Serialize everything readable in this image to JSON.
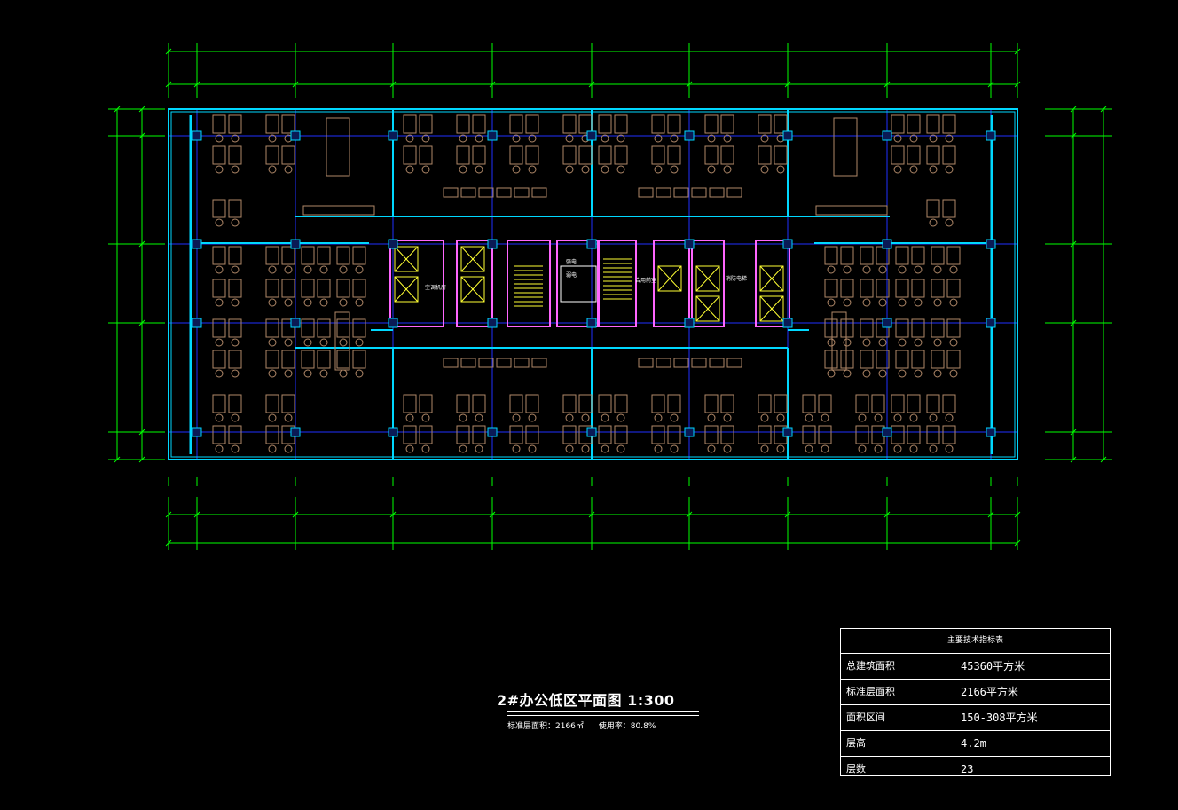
{
  "drawing": {
    "title": "2#办公低区平面图  1:300",
    "subtitle_area": "标准层面积：2166㎡",
    "subtitle_usage": "使用率：80.8%",
    "room_labels": [
      "空调机房",
      "强电",
      "弱电",
      "合用前室",
      "消防电梯"
    ]
  },
  "spec_table": {
    "heading": "主要技术指标表",
    "rows": [
      {
        "label": "总建筑面积",
        "value": "45360平方米"
      },
      {
        "label": "标准层面积",
        "value": "2166平方米"
      },
      {
        "label": "面积区间",
        "value": "150-308平方米"
      },
      {
        "label": "层高",
        "value": "4.2m"
      },
      {
        "label": "层数",
        "value": "23"
      }
    ]
  },
  "colors": {
    "background": "#000000",
    "dimension": "#00ff00",
    "wall": "#00d8ff",
    "axis": "#2030ff",
    "furniture": "#b08868",
    "core_outline": "#ff66ff",
    "stairs": "#ffff33",
    "text": "#ffffff"
  }
}
